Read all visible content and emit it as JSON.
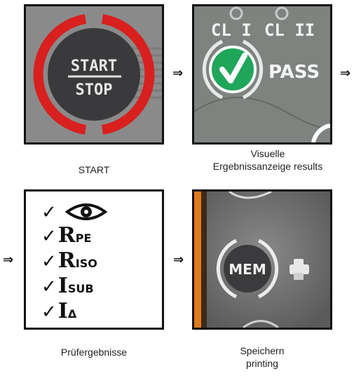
{
  "flow": {
    "steps": [
      {
        "button_line1": "START",
        "button_line2": "STOP",
        "caption": "START"
      },
      {
        "badges": [
          "CL I",
          "CL II"
        ],
        "status": "PASS",
        "caption_line1": "Visuelle",
        "caption_line2": "Ergebnissanzeige results"
      },
      {
        "results": [
          {
            "symbol": "eye",
            "main": "",
            "sub": ""
          },
          {
            "symbol": "",
            "main": "R",
            "sub": "PE"
          },
          {
            "symbol": "",
            "main": "R",
            "sub": "ISO"
          },
          {
            "symbol": "",
            "main": "I",
            "sub": "SUB"
          },
          {
            "symbol": "",
            "main": "I",
            "sub": "Δ"
          }
        ],
        "check_mark": "✓",
        "caption": "Prüfergebnisse"
      },
      {
        "button_label": "MEM",
        "caption_line1": "Speichern",
        "caption_line2": "printing"
      }
    ],
    "arrow_symbol": "⇒"
  },
  "colors": {
    "red_ring": "#d8201f",
    "green_check": "#1fa65a",
    "orange_edge": "#e07a1a"
  }
}
